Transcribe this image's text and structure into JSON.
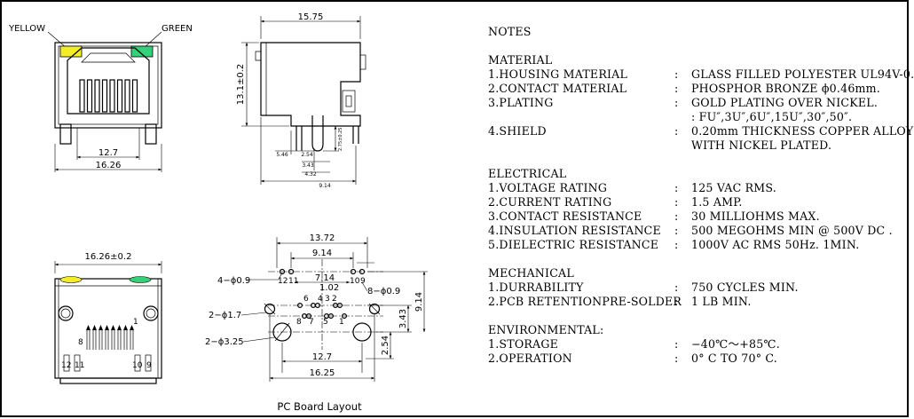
{
  "labels": {
    "yellow": "YELLOW",
    "green": "GREEN",
    "pcb_title": "PC Board Layout"
  },
  "colors": {
    "yellow_led": "#f2ef2a",
    "green_led": "#35d17a",
    "ink": "#000000"
  },
  "front_view": {
    "dim_inner": "12.7",
    "dim_outer": "16.26"
  },
  "side_view": {
    "dim_length": "15.75",
    "dim_height": "13.1±0.2",
    "dim_a": "5.46",
    "dim_b": "2.54",
    "dim_c": "3.43",
    "dim_d": "4.32",
    "dim_e": "9.14",
    "dim_f": "2.75±0.25"
  },
  "bottom_view": {
    "dim_width": "16.26±0.2",
    "pins": [
      "1",
      "8",
      "12",
      "11",
      "10",
      "9"
    ]
  },
  "pcb_layout": {
    "dim_top": "13.72",
    "dim_mid": "9.14",
    "dim_pitch": "7.14",
    "dim_102": "1.02",
    "dim_bottom_inner": "12.7",
    "dim_bottom_outer": "16.25",
    "dim_v1": "3.43",
    "dim_v2": "9.14",
    "dim_v3": "2.54",
    "hole_4": "4−ϕ0.9",
    "hole_8": "8−ϕ0.9",
    "hole_2a": "2−ϕ1.7",
    "hole_2b": "2−ϕ3.25",
    "pins": [
      "12",
      "11",
      "10",
      "9",
      "6",
      "4",
      "3",
      "2",
      "8",
      "7",
      "5",
      "1"
    ]
  },
  "notes": {
    "title": "NOTES",
    "material": {
      "header": "MATERIAL",
      "items": [
        {
          "k": "1.HOUSING MATERIAL",
          "v": "GLASS FILLED POLYESTER UL94V-0."
        },
        {
          "k": "2.CONTACT MATERIAL",
          "v": "PHOSPHOR BRONZE ϕ0.46mm."
        },
        {
          "k": "3.PLATING",
          "v": "GOLD PLATING OVER NICKEL.",
          "v2": ": FU″,3U″,6U″,15U″,30″,50″."
        },
        {
          "k": "4.SHIELD",
          "v": "0.20mm THICKNESS COPPER ALLOY",
          "v2": "WITH NICKEL PLATED."
        }
      ]
    },
    "electrical": {
      "header": "ELECTRICAL",
      "items": [
        {
          "k": "1.VOLTAGE RATING",
          "v": "125 VAC RMS."
        },
        {
          "k": "2.CURRENT RATING",
          "v": "1.5 AMP."
        },
        {
          "k": "3.CONTACT RESISTANCE",
          "v": "30 MILLIOHMS MAX."
        },
        {
          "k": "4.INSULATION RESISTANCE",
          "v": "500 MEGOHMS MIN @ 500V DC ."
        },
        {
          "k": "5.DIELECTRIC RESISTANCE",
          "v": "1000V AC RMS 50Hz. 1MIN."
        }
      ]
    },
    "mechanical": {
      "header": "MECHANICAL",
      "items": [
        {
          "k": "1.DURRABILITY",
          "v": "750 CYCLES MIN."
        },
        {
          "k": "2.PCB RETENTIONPRE-SOLDER",
          "v": "1 LB MIN."
        }
      ]
    },
    "environmental": {
      "header": "ENVIRONMENTAL:",
      "items": [
        {
          "k": "1.STORAGE",
          "v": "−40℃〜+85℃."
        },
        {
          "k": "2.OPERATION",
          "v": "0° C TO 70° C."
        }
      ]
    }
  }
}
